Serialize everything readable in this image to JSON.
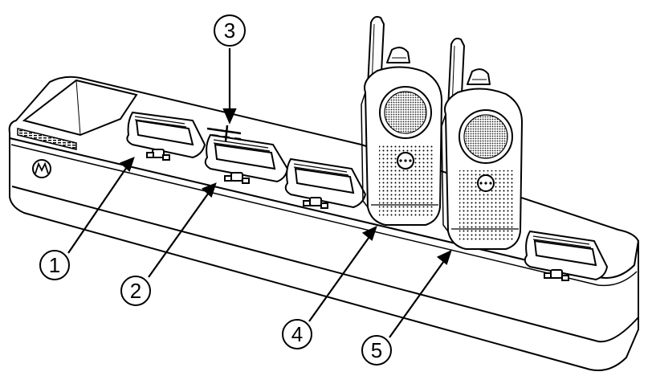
{
  "callouts": [
    {
      "id": "1",
      "label": "1"
    },
    {
      "id": "2",
      "label": "2"
    },
    {
      "id": "3",
      "label": "3"
    },
    {
      "id": "4",
      "label": "4"
    },
    {
      "id": "5",
      "label": "5"
    }
  ],
  "colors": {
    "line": "#000000",
    "background": "#ffffff",
    "shade": "#d8d8d8"
  },
  "icons": {
    "brand": "motorola-logo-icon",
    "power": "dc-power-symbol-icon"
  }
}
